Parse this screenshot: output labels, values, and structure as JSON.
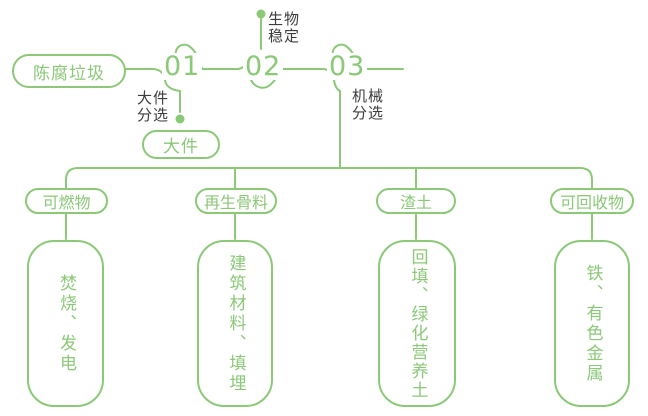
{
  "palette": {
    "line_green": "#8BC878",
    "annotation_dark": "#3C3C3C",
    "background": "#FFFFFF"
  },
  "flow": {
    "source_label": "陈腐垃圾",
    "steps": [
      {
        "number": "01",
        "annotation": "大件\n分选",
        "annotation_position": "below"
      },
      {
        "number": "02",
        "annotation": "生物\n稳定",
        "annotation_position": "above"
      },
      {
        "number": "03",
        "annotation": "机械\n分选",
        "annotation_position": "below"
      }
    ],
    "bulky_output_label": "大件"
  },
  "branches": [
    {
      "category": "可燃物",
      "result": "焚烧、发电"
    },
    {
      "category": "再生骨料",
      "result": "建筑材料、填埋"
    },
    {
      "category": "渣土",
      "result": "回填、绿化营养土"
    },
    {
      "category": "可回收物",
      "result": "铁、有色金属"
    }
  ]
}
